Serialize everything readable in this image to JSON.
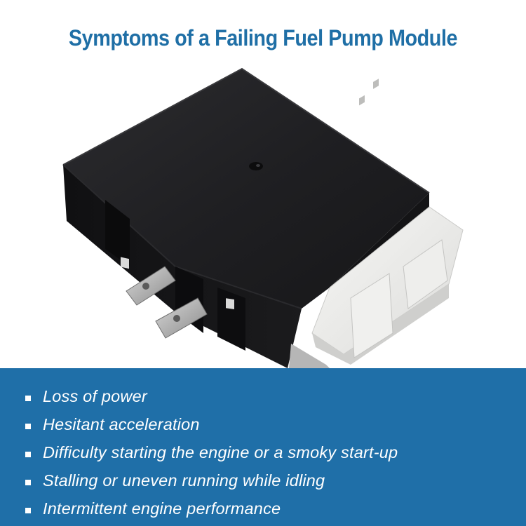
{
  "title": "Symptoms of a Failing Fuel Pump Module",
  "product_image": {
    "subject": "fuel-pump-control-module"
  },
  "symptoms": [
    "Loss of power",
    "Hesitant acceleration",
    "Difficulty starting the engine or a smoky start-up",
    "Stalling or uneven running while idling",
    "Intermittent engine performance"
  ],
  "colors": {
    "title": "#1f6fa6",
    "panel": "#1f6fa8",
    "panel_text": "#ffffff",
    "module_body": "#1c1c1e",
    "connector": "#ececec"
  }
}
